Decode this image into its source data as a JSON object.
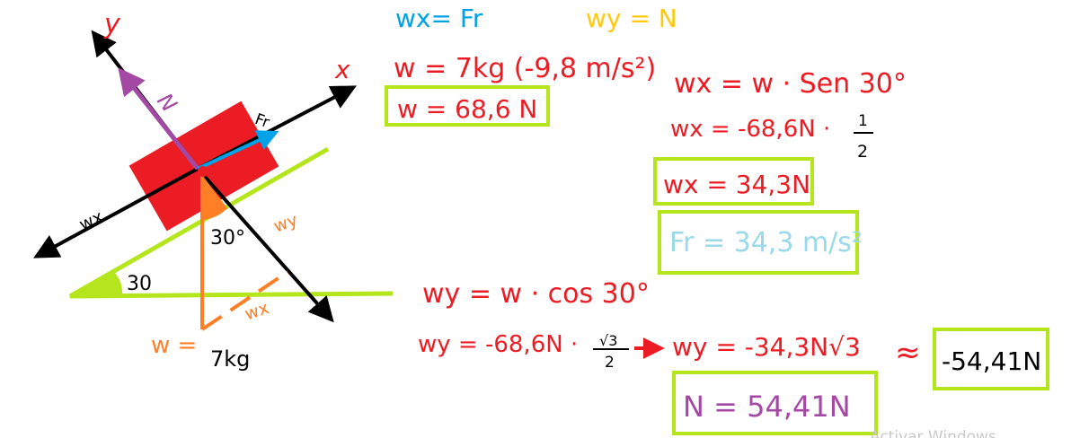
{
  "colors": {
    "red": "#ec1c24",
    "blue": "#00a2e8",
    "yellow": "#ffc90e",
    "orange": "#ff7f27",
    "purple": "#a349a4",
    "green": "#b5e61d",
    "light_blue": "#99d9ea",
    "black": "#000000"
  },
  "diagram": {
    "axis_y": "y",
    "axis_x": "x",
    "normal_label": "N",
    "friction_label": "Fr",
    "wx_label_left": "wx",
    "wy_label": "wy",
    "wx_label_dashed": "wx",
    "angle_block": "30°",
    "angle_incline": "30",
    "weight_prefix": "w =",
    "weight_value": "7kg"
  },
  "equations": {
    "wx_eq_fr": "wx= Fr",
    "wy_eq_n": "wy = N",
    "w_calc": "w = 7kg (-9,8 m/s²)",
    "w_result": "w = 68,6 N",
    "wx_formula": "wx = w · Sen 30°",
    "wx_calc_main": "wx = -68,6N ·",
    "frac_num_1": "1",
    "frac_den_1": "2",
    "wx_result": "wx = 34,3N",
    "fr_result": "Fr = 34,3 m/s²",
    "wy_formula": "wy = w · cos 30°",
    "wy_calc_main": "wy = -68,6N ·",
    "frac_num_2": "√3",
    "frac_den_2": "2",
    "wy_step": "wy = -34,3N√3",
    "approx_sign": "≈",
    "wy_result": "-54,41N",
    "n_result": "N = 54,41N"
  },
  "watermark": "Activar Windows"
}
